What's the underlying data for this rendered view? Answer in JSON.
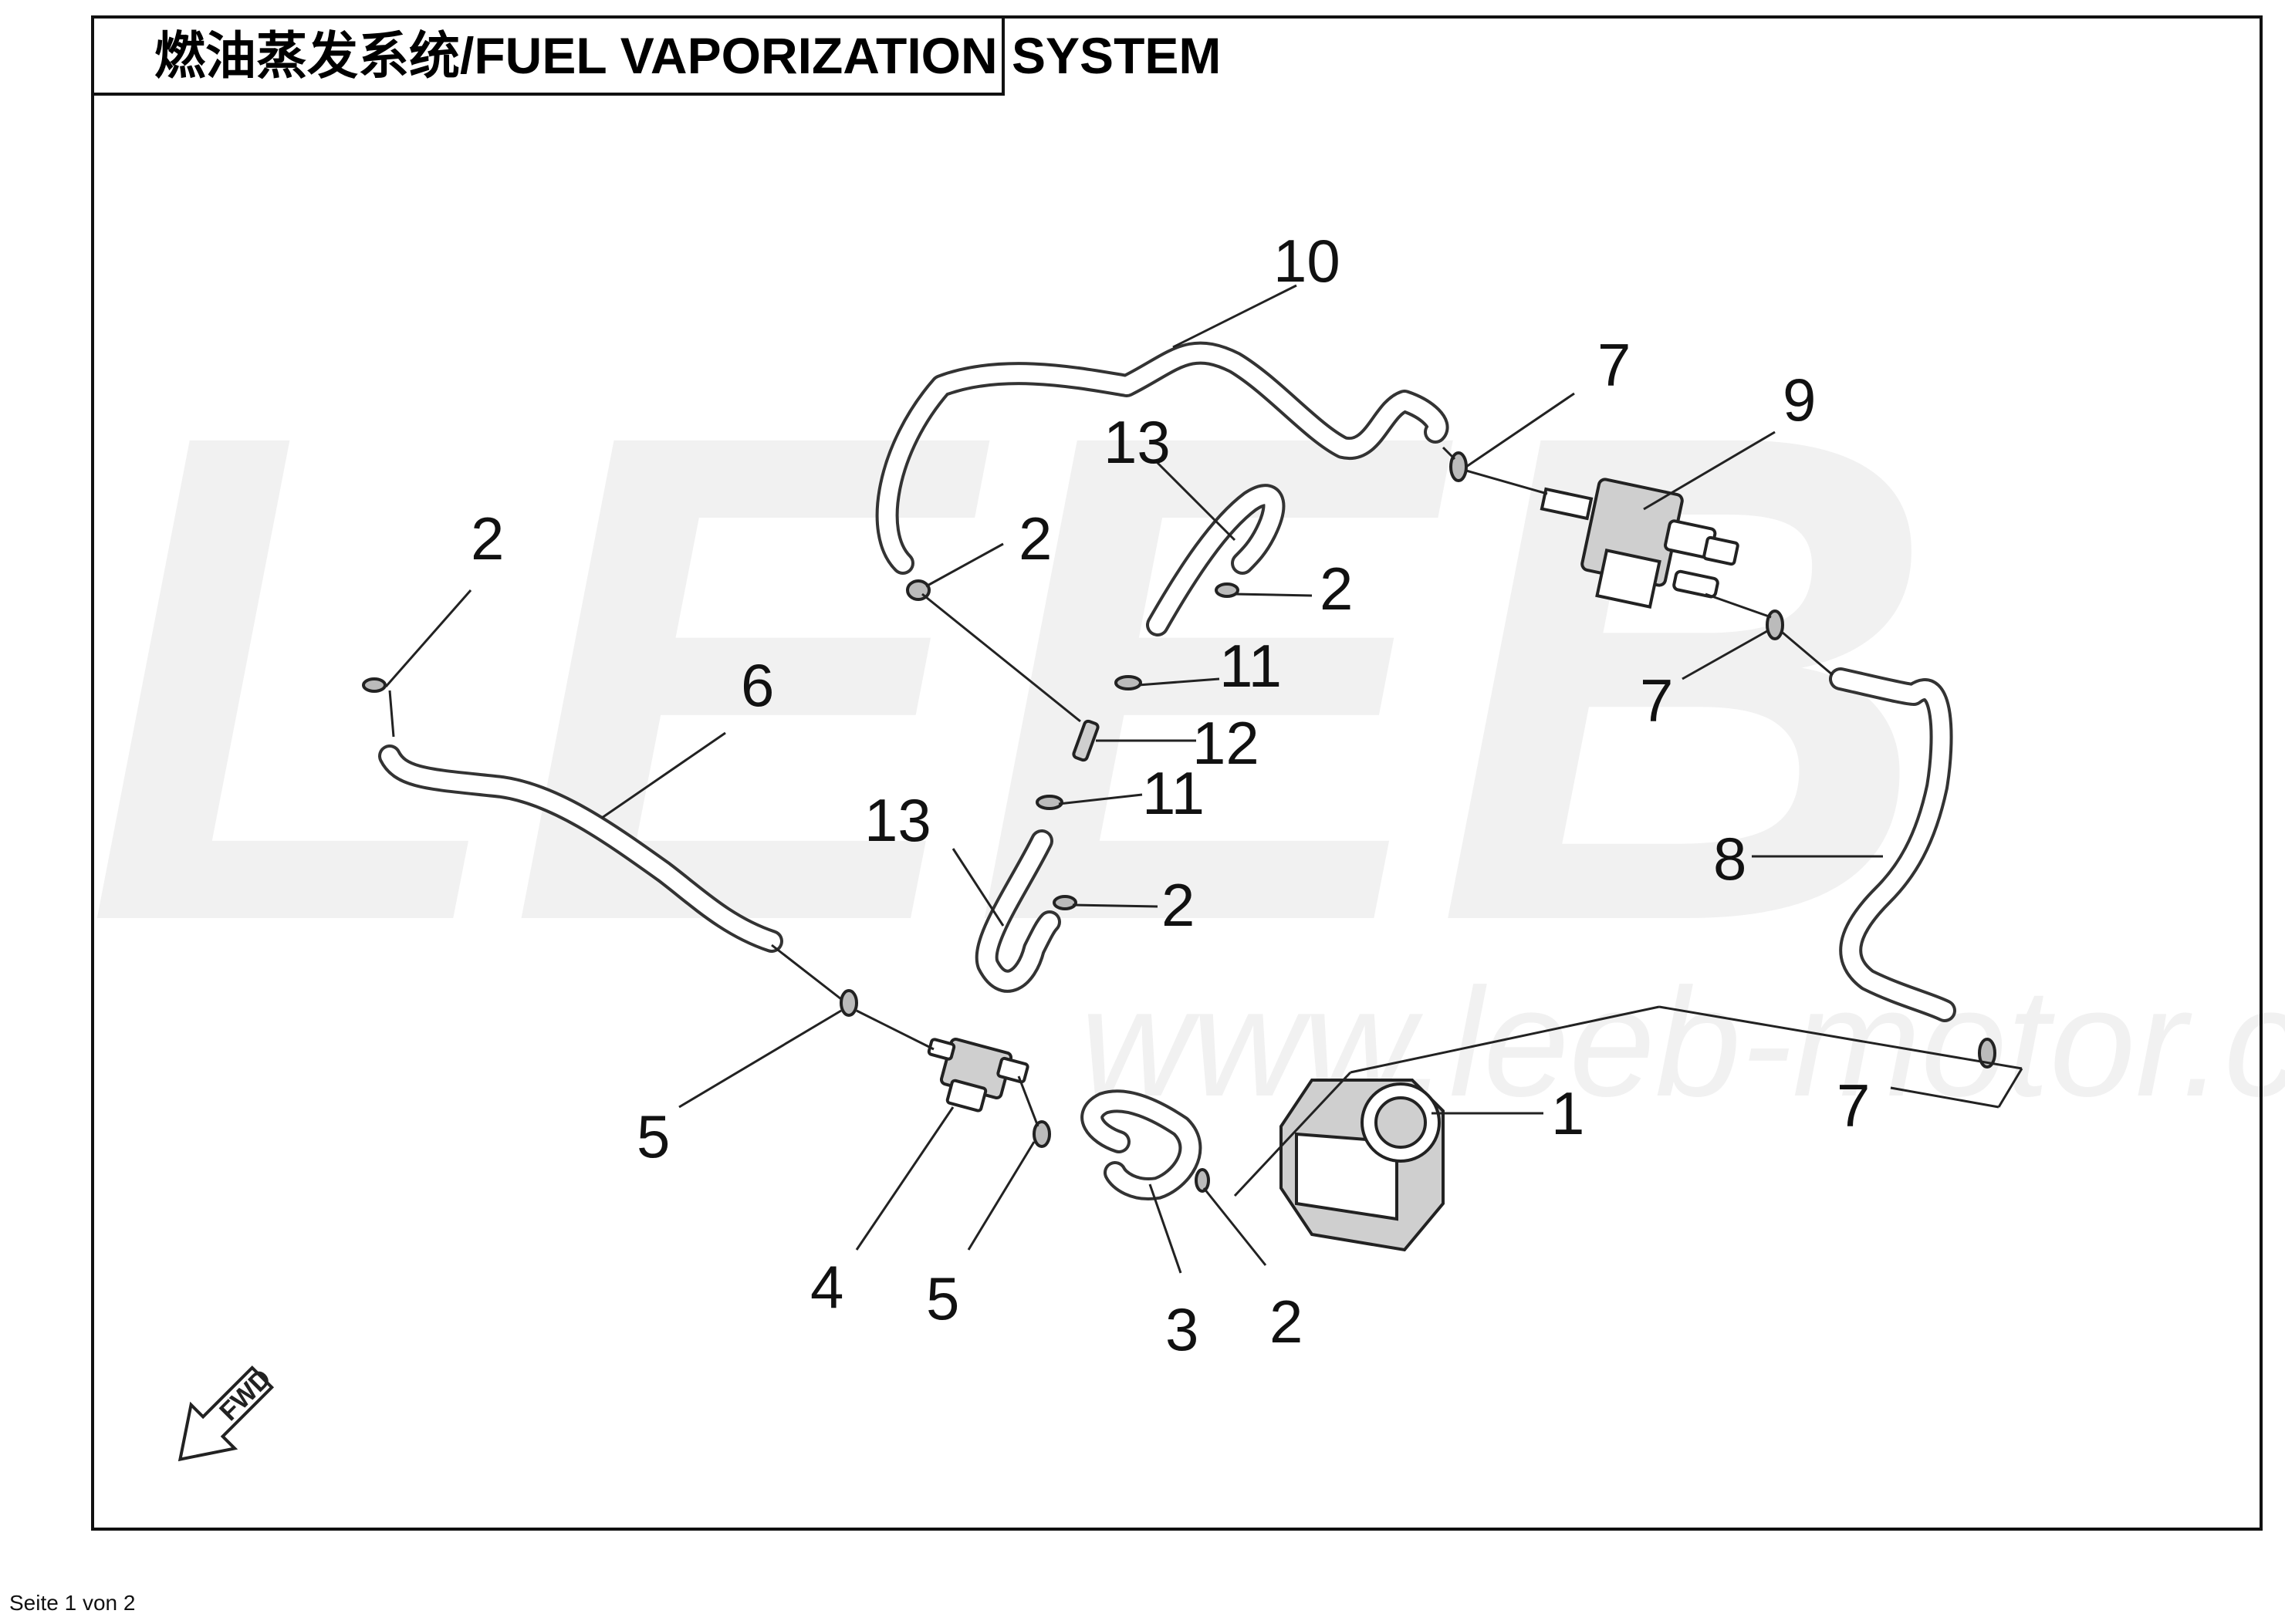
{
  "title": "燃油蒸发系统/FUEL VAPORIZATION SYSTEM",
  "watermark": {
    "brand": "LEEB",
    "url": "www.leeb-motor.com"
  },
  "direction_marker": "FWD",
  "callouts": [
    {
      "id": "c1",
      "label": "1"
    },
    {
      "id": "c2a",
      "label": "2"
    },
    {
      "id": "c2b",
      "label": "2"
    },
    {
      "id": "c2c",
      "label": "2"
    },
    {
      "id": "c2d",
      "label": "2"
    },
    {
      "id": "c2e",
      "label": "2"
    },
    {
      "id": "c3",
      "label": "3"
    },
    {
      "id": "c4",
      "label": "4"
    },
    {
      "id": "c5a",
      "label": "5"
    },
    {
      "id": "c5b",
      "label": "5"
    },
    {
      "id": "c6",
      "label": "6"
    },
    {
      "id": "c7a",
      "label": "7"
    },
    {
      "id": "c7b",
      "label": "7"
    },
    {
      "id": "c7c",
      "label": "7"
    },
    {
      "id": "c8",
      "label": "8"
    },
    {
      "id": "c9",
      "label": "9"
    },
    {
      "id": "c10",
      "label": "10"
    },
    {
      "id": "c11a",
      "label": "11"
    },
    {
      "id": "c11b",
      "label": "11"
    },
    {
      "id": "c12",
      "label": "12"
    },
    {
      "id": "c13a",
      "label": "13"
    },
    {
      "id": "c13b",
      "label": "13"
    }
  ],
  "footer": "Seite 1 von 2",
  "colors": {
    "line": "#222222",
    "watermark": "#f1f1f1",
    "background": "#ffffff"
  }
}
